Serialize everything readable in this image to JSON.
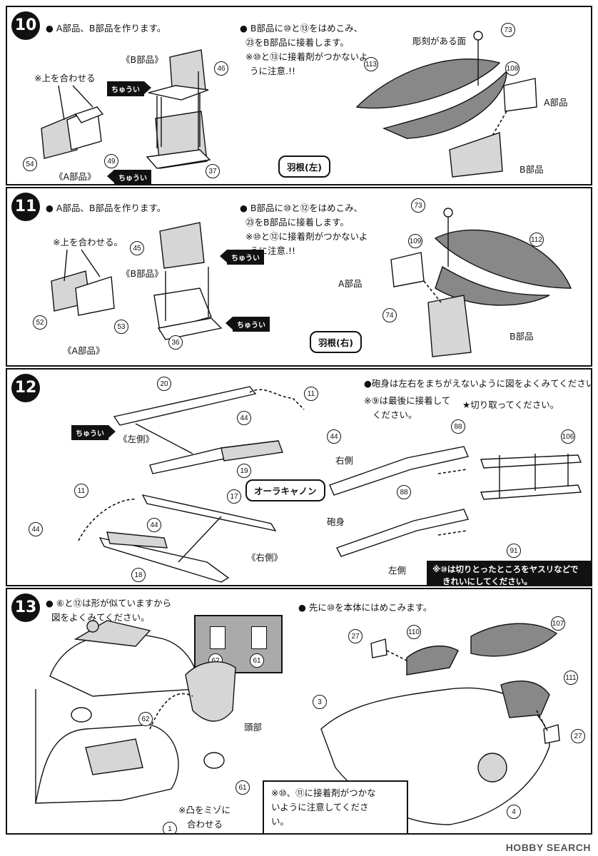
{
  "steps": [
    {
      "number": "10",
      "text_left": "● A部品、B部品を作ります。",
      "text_right_1": "● B部品に⑩と⑬をはめこみ、",
      "text_right_2": "㉓をB部品に接着します。",
      "text_right_3": "※⑩と⑬に接着剤がつかないよ",
      "text_right_4": "うに注意.!!",
      "align_note": "※上を合わせる",
      "label_b": "《B部品》",
      "label_a": "《A部品》",
      "caution": "ちゅうい",
      "engraved_label": "彫刻がある面",
      "wing_label": "羽根(左)",
      "a_part": "A部品",
      "b_part": "B部品",
      "callouts": [
        "46",
        "54",
        "49",
        "37",
        "73",
        "113",
        "108"
      ]
    },
    {
      "number": "11",
      "text_left": "● A部品、B部品を作ります。",
      "text_right_1": "● B部品に⑩と⑫をはめこみ、",
      "text_right_2": "㉓をB部品に接着します。",
      "text_right_3": "※⑩と⑫に接着剤がつかないよ",
      "text_right_4": "うに注意.!!",
      "align_note": "※上を合わせる。",
      "label_b": "《B部品》",
      "label_a": "《A部品》",
      "caution": "ちゅうい",
      "wing_label": "羽根(右)",
      "a_part": "A部品",
      "b_part": "B部品",
      "callouts": [
        "45",
        "52",
        "53",
        "36",
        "73",
        "109",
        "112",
        "74"
      ]
    },
    {
      "number": "12",
      "text_1": "●砲身は左右をまちがえないように図をよくみてください。",
      "text_2": "※⑨は最後に接着して",
      "text_3": "ください。",
      "cut_note": "★切り取ってください。",
      "left_side": "《左側》",
      "right_side": "《右側》",
      "caution": "ちゅうい",
      "cannon_label": "オーラキャノン",
      "right_label": "右側",
      "barrel_label": "砲身",
      "left_label": "左側",
      "file_note_1": "※⑩は切りとったところをヤスリなどで",
      "file_note_2": "きれいにしてください。",
      "callouts": [
        "20",
        "11",
        "44",
        "44",
        "19",
        "11",
        "44",
        "17",
        "44",
        "18",
        "88",
        "88",
        "106",
        "91"
      ]
    },
    {
      "number": "13",
      "text_1": "● ⑥と⑫は形が似ていますから",
      "text_2": "図をよくみてください。",
      "text_right": "● 先に⑩を本体にはめこみます。",
      "head_label": "頭部",
      "boss_note_1": "※凸をミゾに",
      "boss_note_2": "合わせる",
      "glue_note_1": "※⑩、⑪に接着剤がつかな",
      "glue_note_2": "いように注意してくださ",
      "glue_note_3": "い。",
      "callouts": [
        "62",
        "61",
        "62",
        "61",
        "1",
        "27",
        "110",
        "107",
        "111",
        "27",
        "3",
        "4"
      ]
    }
  ],
  "watermark": "HOBBY SEARCH"
}
